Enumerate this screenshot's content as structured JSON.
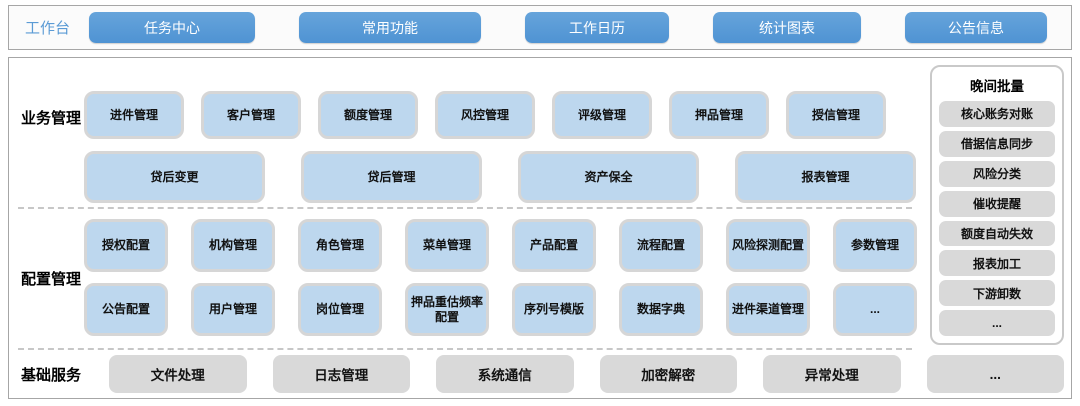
{
  "topbar": {
    "label": "工作台",
    "buttons": [
      "任务中心",
      "常用功能",
      "工作日历",
      "统计图表",
      "公告信息"
    ]
  },
  "sections": {
    "business": {
      "label": "业务管理",
      "row1": [
        "进件管理",
        "客户管理",
        "额度管理",
        "风控管理",
        "评级管理",
        "押品管理",
        "授信管理"
      ],
      "row2": [
        "贷后变更",
        "贷后管理",
        "资产保全",
        "报表管理"
      ]
    },
    "config": {
      "label": "配置管理",
      "row1": [
        "授权配置",
        "机构管理",
        "角色管理",
        "菜单管理",
        "产品配置",
        "流程配置",
        "风险探测配置",
        "参数管理"
      ],
      "row2": [
        "公告配置",
        "用户管理",
        "岗位管理",
        "押品重估频率配置",
        "序列号模版",
        "数据字典",
        "进件渠道管理",
        "..."
      ]
    },
    "services": {
      "label": "基础服务",
      "items": [
        "文件处理",
        "日志管理",
        "系统通信",
        "加密解密",
        "异常处理",
        "..."
      ]
    }
  },
  "night_batch": {
    "title": "晚间批量",
    "items": [
      "核心账务对账",
      "借据信息同步",
      "风险分类",
      "催收提醒",
      "额度自动失效",
      "报表加工",
      "下游卸数",
      "..."
    ]
  },
  "colors": {
    "accent_blue": "#5B9BD5",
    "module_light_blue": "#BDD7EE",
    "box_gray": "#D9D9D9",
    "border_gray": "#A6A6A6"
  }
}
